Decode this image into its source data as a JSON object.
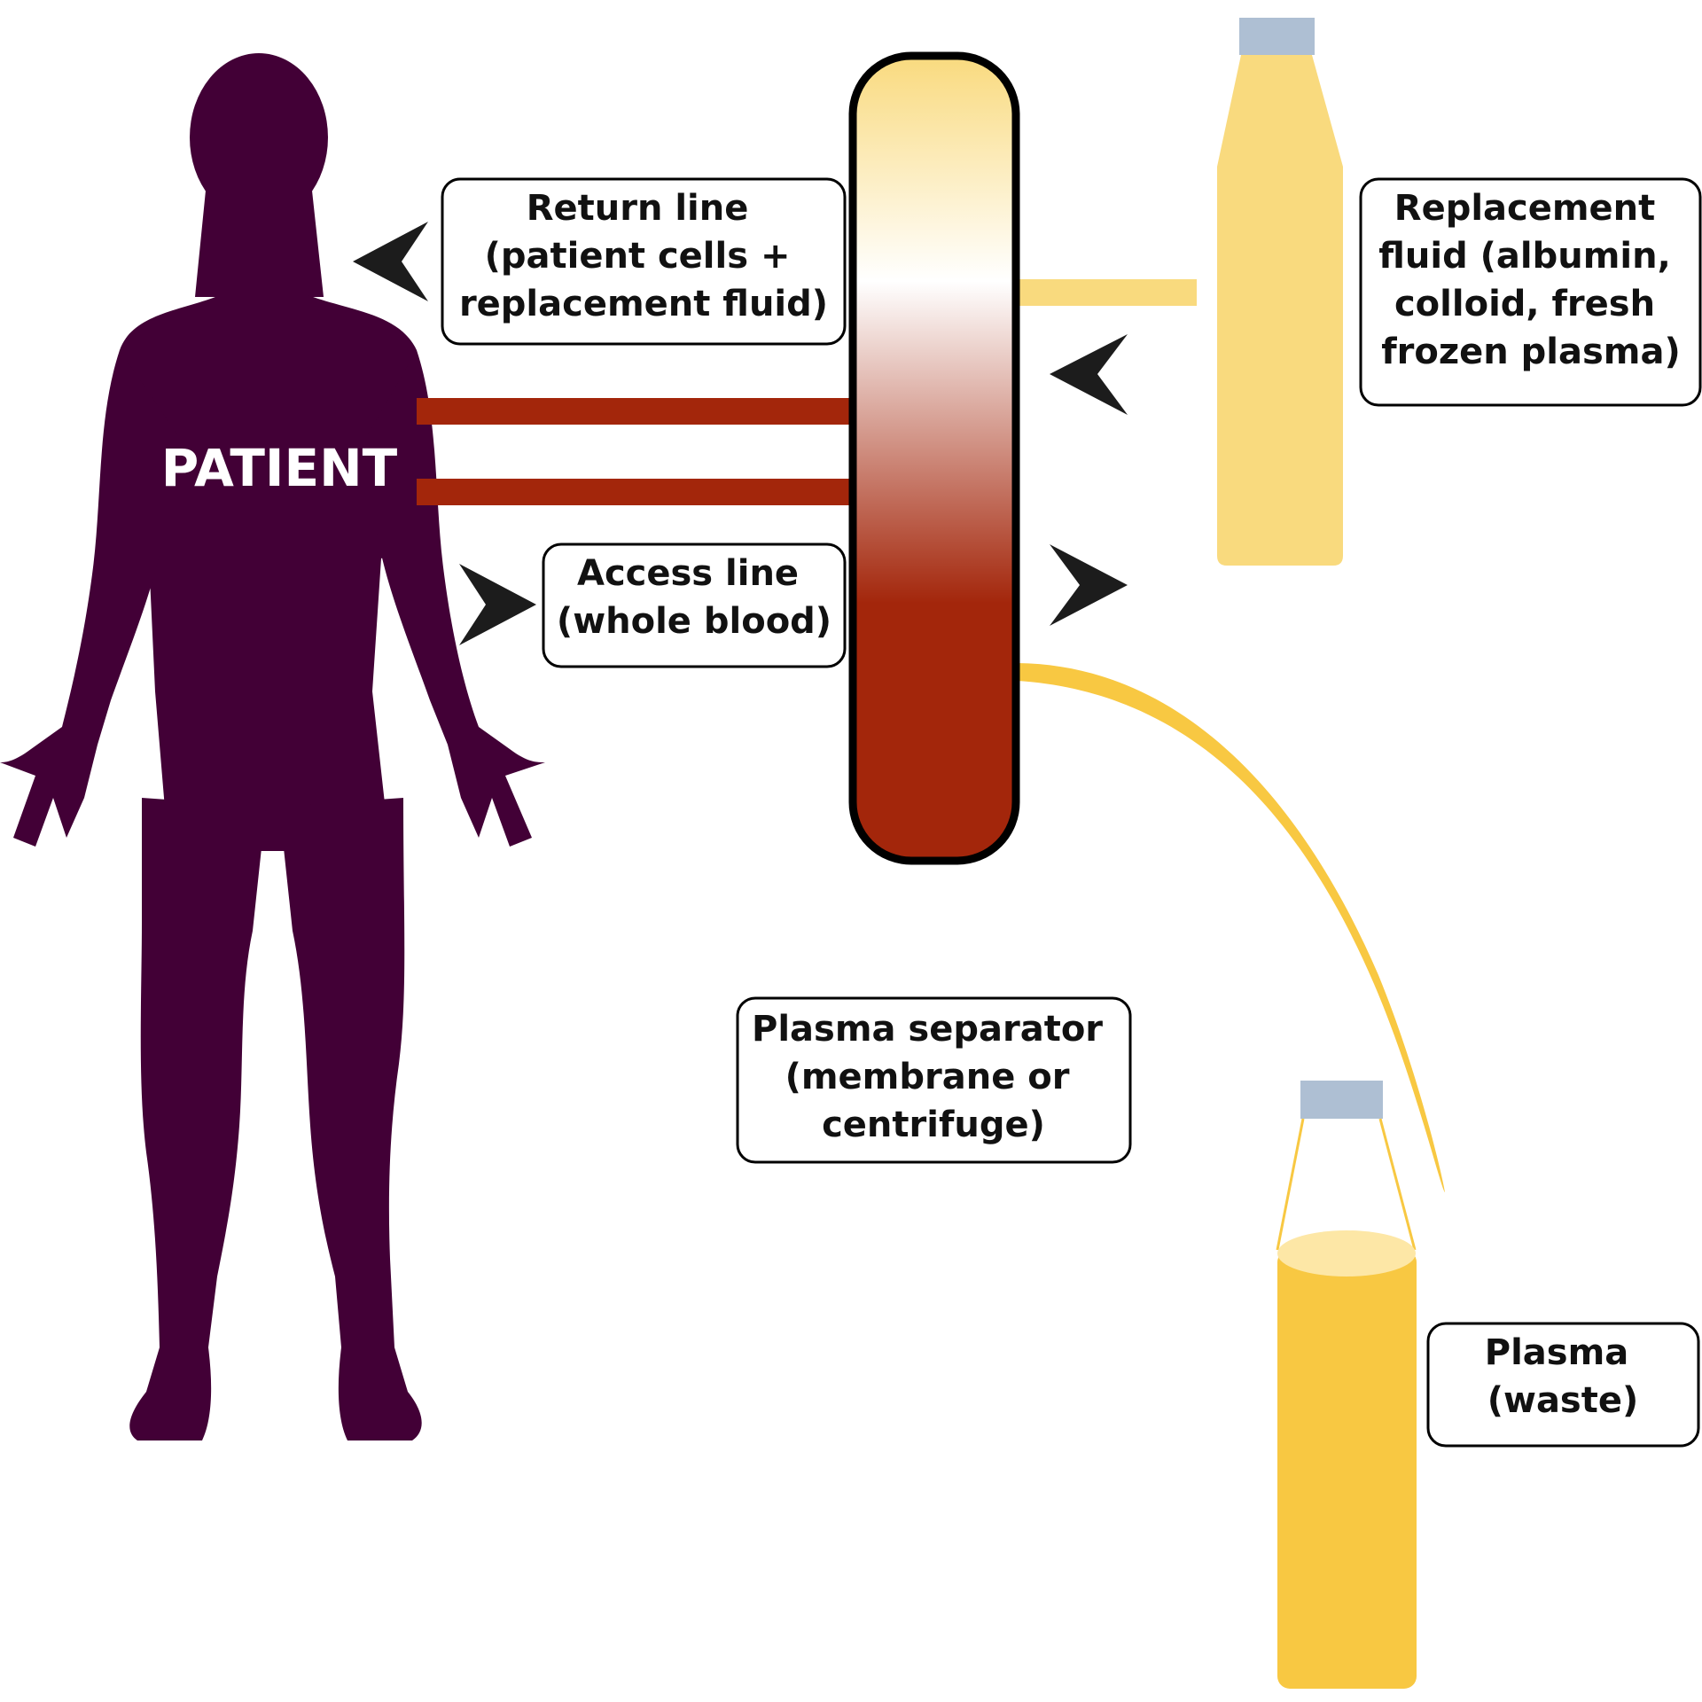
{
  "patient": {
    "label": "PATIENT"
  },
  "labels": {
    "return_line": [
      "Return line",
      "(patient cells +",
      "replacement fluid)"
    ],
    "access_line": [
      "Access line",
      "(whole blood)"
    ],
    "replacement_fluid": [
      "Replacement",
      "fluid (albumin,",
      "colloid, fresh",
      "frozen plasma)"
    ],
    "separator": [
      "Plasma separator",
      "(membrane or",
      "centrifuge)"
    ],
    "plasma_waste": [
      "Plasma",
      "(waste)"
    ]
  },
  "colors": {
    "patient": "#420036",
    "blood_line": "#a3260b",
    "replacement_fluid": "#f9da7e",
    "plasma": "#f8c842",
    "plasma_light": "#fde7a6",
    "bottle_cap": "#aebfd3",
    "arrow": "#1c1c1c",
    "outline": "#000000"
  }
}
